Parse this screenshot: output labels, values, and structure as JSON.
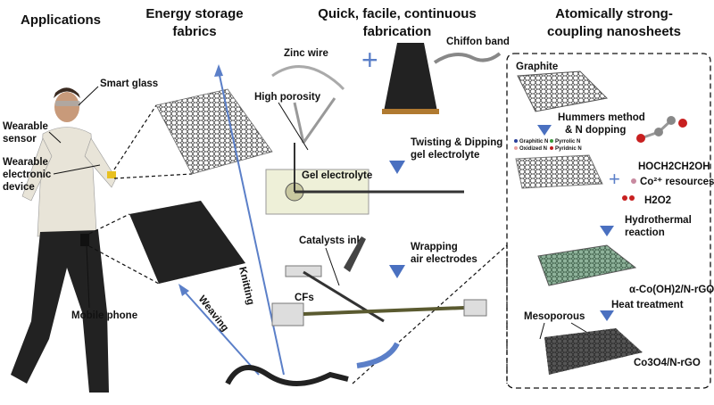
{
  "headings": {
    "applications": "Applications",
    "energy_line1": "Energy storage",
    "energy_line2": "fabrics",
    "fab_line1": "Quick, facile, continuous",
    "fab_line2": "fabrication",
    "nano_line1": "Atomically strong-",
    "nano_line2": "coupling nanosheets"
  },
  "applications": {
    "smart_glass": "Smart glass",
    "wearable_sensor_1": "Wearable",
    "wearable_sensor_2": "sensor",
    "device_1": "Wearable",
    "device_2": "electronic",
    "device_3": "device",
    "mobile_phone": "Mobile phone"
  },
  "fabrics": {
    "knitting": "Knitting",
    "weaving": "Weaving"
  },
  "fabrication": {
    "zinc_wire": "Zinc wire",
    "chiffon_band": "Chiffon band",
    "high_porosity": "High porosity",
    "twisting_1": "Twisting & Dipping",
    "twisting_2": "gel electrolyte",
    "gel_electrolyte": "Gel electrolyte",
    "catalysts_ink": "Catalysts ink",
    "wrapping_1": "Wrapping",
    "wrapping_2": "air electrodes",
    "cfs": "CFs"
  },
  "nanosheets": {
    "graphite": "Graphite",
    "hummers_1": "Hummers method",
    "hummers_2": "& N dopping",
    "legend": [
      "Graphitic N",
      "Pyrrolic N",
      "Oxidized N",
      "Pyridnic N"
    ],
    "legend_colors": [
      "#2a3f9a",
      "#3a9a3a",
      "#e8a0a0",
      "#c02020"
    ],
    "glycol": "HOCH2CH2OH",
    "co_resources": "Co²⁺ resources",
    "h2o2": "H2O2",
    "hydro_1": "Hydrothermal",
    "hydro_2": "reaction",
    "coh": "α-Co(OH)2/N-rGO",
    "heat": "Heat treatment",
    "mesoporous": "Mesoporous",
    "co3o4": "Co3O4/N-rGO"
  },
  "colors": {
    "arrow_blue": "#5b7fc8",
    "sheet_green": "#6e9a7e",
    "sheet_dark": "#333333"
  }
}
